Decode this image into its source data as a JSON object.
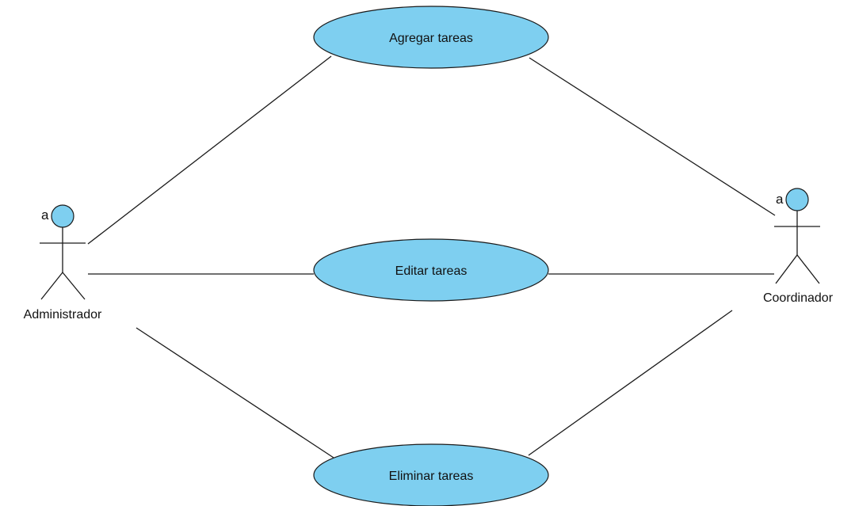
{
  "colors": {
    "use_case_fill": "#7ecff0",
    "actor_head_fill": "#7ecff0",
    "line": "#1a1a1a"
  },
  "actors": {
    "administrator": {
      "label": "Administrador",
      "marker": "a"
    },
    "coordinator": {
      "label": "Coordinador",
      "marker": "a"
    }
  },
  "use_cases": {
    "add": {
      "label": "Agregar tareas"
    },
    "edit": {
      "label": "Editar tareas"
    },
    "delete": {
      "label": "Eliminar tareas"
    }
  },
  "associations": [
    {
      "actor": "Administrador",
      "use_case": "Agregar tareas"
    },
    {
      "actor": "Administrador",
      "use_case": "Editar tareas"
    },
    {
      "actor": "Administrador",
      "use_case": "Eliminar tareas"
    },
    {
      "actor": "Coordinador",
      "use_case": "Agregar tareas"
    },
    {
      "actor": "Coordinador",
      "use_case": "Editar tareas"
    },
    {
      "actor": "Coordinador",
      "use_case": "Eliminar tareas"
    }
  ]
}
